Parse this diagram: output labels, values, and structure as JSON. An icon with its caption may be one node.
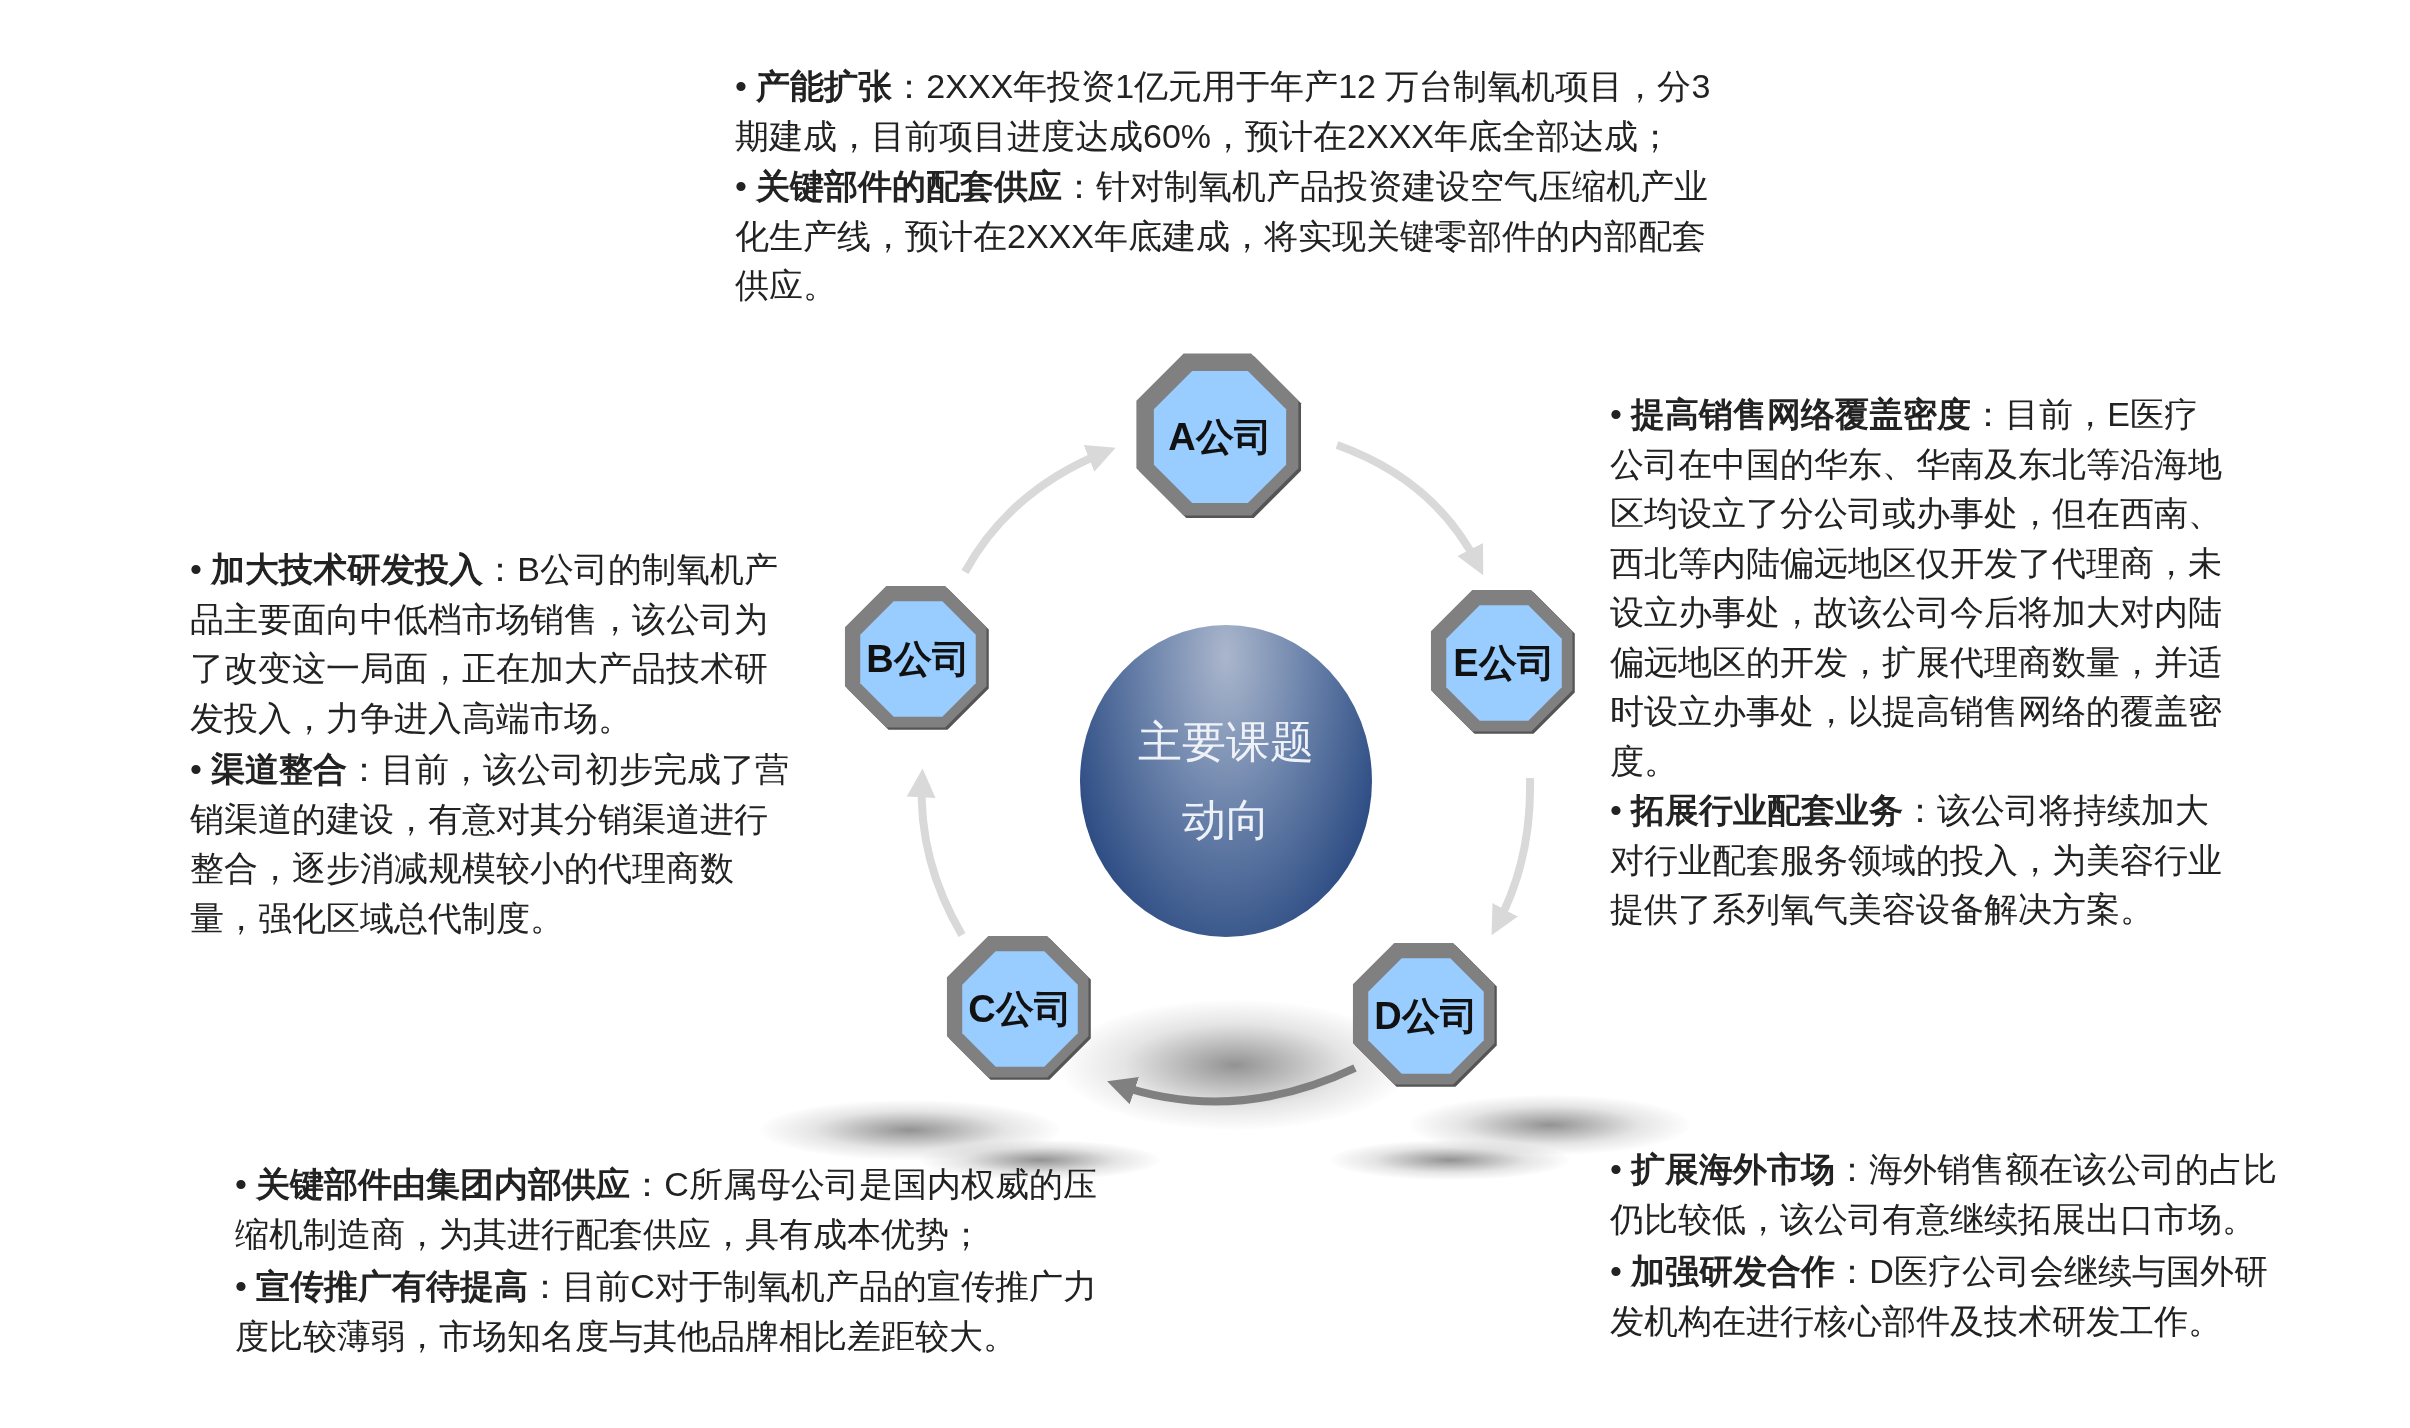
{
  "diagram": {
    "nodes": [
      {
        "text": [
          "主要课题动向"
        ]
      },
      {
        "text": [
          "A公司"
        ],
        "beside": [
          "• **产能扩张**：2XXX年投资1亿元用于年产12 万台制氧机项目，分3期建成，目前项目进度达成60%，预计在2XXX年底全部达成；",
          "• **关键部件的配套供应**：针对制氧机产品投资建设空气压缩机产业化生产线，预计在2XXX年底建成，将实现关键零部件的内部配套供应。"
        ]
      },
      {
        "text": [
          "E公司"
        ],
        "beside": [
          "• **提高销售网络覆盖密度**：目前，E医疗公司在中国的华东、华南及东北等沿海地区均设立了分公司或办事处，但在西南、西北等内陆偏远地区仅开发了代理商，未设立办事处，故该公司今后将加大对内陆偏远地区的开发，扩展代理商数量，并适时设立办事处，以提高销售网络的覆盖密度。",
          "• **拓展行业配套业务**：该公司将持续加大对行业配套服务领域的投入，为美容行业提供了系列氧气美容设备解决方案。"
        ]
      },
      {
        "text": [
          "D公司"
        ],
        "beside": [
          "• **扩展海外市场**：海外销售额在该公司的占比仍比较低，该公司有意继续拓展出口市场。",
          "• **加强研发合作**：D医疗公司会继续与国外研发机构在进行核心部件及技术研发工作。"
        ]
      },
      {
        "text": [
          "C公司"
        ],
        "beside": [
          "• **关键部件由集团内部供应**：C所属母公司是国内权威的压缩机制造商，为其进行配套供应，具有成本优势；",
          "• **宣传推广有待提高**：目前C对于制氧机产品的宣传推广力度比较薄弱，市场知名度与其他品牌相比差距较大。"
        ]
      },
      {
        "text": [
          "B公司"
        ],
        "beside": [
          "• **加大技术研发投入**：B公司的制氧机产品主要面向中低档市场销售，该公司为了改变这一局面，正在加大产品技术研发投入，力争进入高端市场。",
          "• **渠道整合**：目前，该公司初步完成了营销渠道的建设，有意对其分销渠道进行整合，逐步消减规模较小的代理商数量，强化区域总代制度。"
        ]
      }
    ],
    "edges": [
      {
        "from": 5,
        "to": 1,
        "arrow": "to"
      },
      {
        "from": 1,
        "to": 2,
        "arrow": "to"
      },
      {
        "from": 2,
        "to": 3,
        "arrow": "to"
      },
      {
        "from": 3,
        "to": 4,
        "arrow": "to",
        "color": "#808080"
      },
      {
        "from": 4,
        "to": 5,
        "arrow": "to"
      }
    ]
  }
}
